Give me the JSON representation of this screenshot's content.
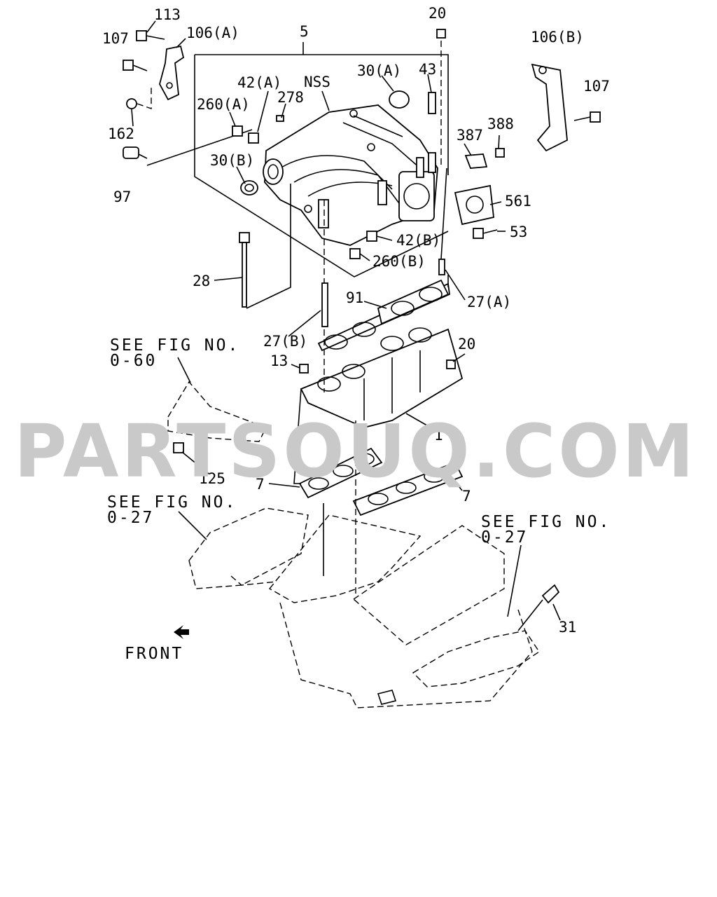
{
  "watermark": "PARTSOUQ.COM",
  "references": [
    {
      "id": "ref-0-60",
      "line1": "SEE FIG NO.",
      "line2": "0-60"
    },
    {
      "id": "ref-0-27-left",
      "line1": "SEE FIG NO.",
      "line2": "0-27"
    },
    {
      "id": "ref-0-27-right",
      "line1": "SEE FIG NO.",
      "line2": "0-27"
    }
  ],
  "front_label": "FRONT",
  "callouts": {
    "c113": "113",
    "c107a": "107",
    "c106a": "106(A)",
    "c5": "5",
    "c20a": "20",
    "c106b": "106(B)",
    "c107b": "107",
    "c42a": "42(A)",
    "cNSS": "NSS",
    "c30a": "30(A)",
    "c43": "43",
    "c278": "278",
    "c260a": "260(A)",
    "c162": "162",
    "c387": "387",
    "c388": "388",
    "c30b": "30(B)",
    "c97": "97",
    "c561": "561",
    "c53": "53",
    "c42b": "42(B)",
    "c260b": "260(B)",
    "c28": "28",
    "c27a": "27(A)",
    "c91": "91",
    "c27b": "27(B)",
    "c20b": "20",
    "c13": "13",
    "c1": "1",
    "c125": "125",
    "c7a": "7",
    "c7b": "7",
    "c31": "31"
  }
}
